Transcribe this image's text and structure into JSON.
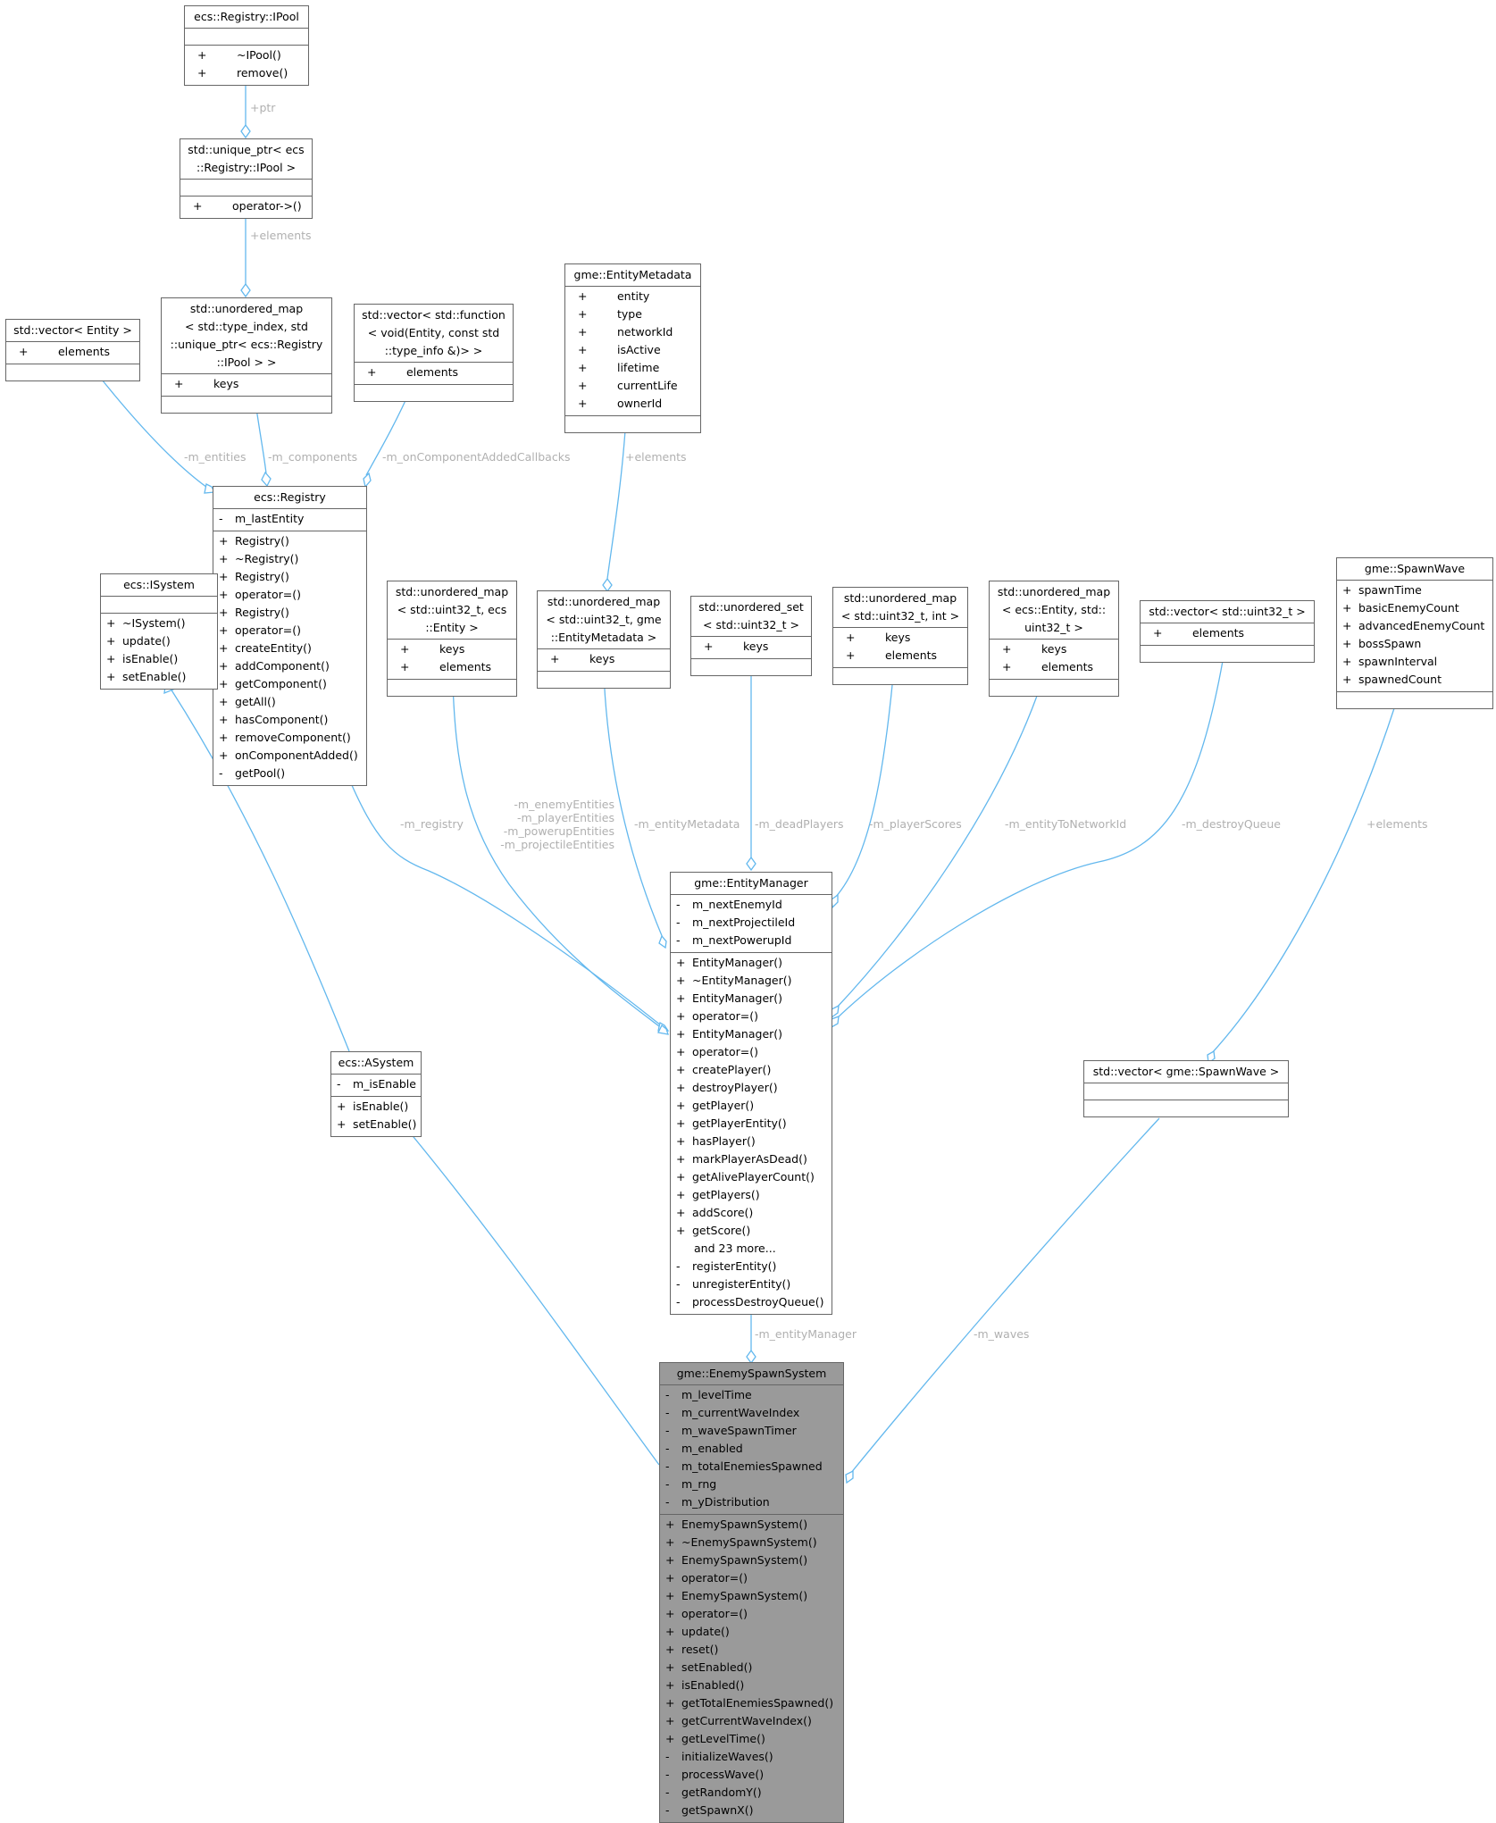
{
  "nodes": {
    "ipool": {
      "title": [
        "ecs::Registry::IPool"
      ],
      "attrs": [],
      "methods": [
        {
          "vis": "+",
          "name": "~IPool()"
        },
        {
          "vis": "+",
          "name": "remove()"
        }
      ]
    },
    "unique_ptr": {
      "title": [
        "std::unique_ptr< ecs",
        "::Registry::IPool >"
      ],
      "attrs": [],
      "methods": [
        {
          "vis": "+",
          "name": "operator->()"
        }
      ]
    },
    "vector_entity": {
      "title": [
        "std::vector< Entity >"
      ],
      "attrs": [
        {
          "vis": "+",
          "name": "elements"
        }
      ],
      "methods": []
    },
    "unordered_map_pool": {
      "title": [
        "std::unordered_map",
        "< std::type_index, std",
        "::unique_ptr< ecs::Registry",
        "::IPool > >"
      ],
      "attrs": [
        {
          "vis": "+",
          "name": "keys"
        }
      ],
      "methods": []
    },
    "vector_function": {
      "title": [
        "std::vector< std::function",
        "< void(Entity, const std",
        "::type_info &)> >"
      ],
      "attrs": [
        {
          "vis": "+",
          "name": "elements"
        }
      ],
      "methods": []
    },
    "entity_metadata": {
      "title": [
        "gme::EntityMetadata"
      ],
      "attrs": [
        {
          "vis": "+",
          "name": "entity"
        },
        {
          "vis": "+",
          "name": "type"
        },
        {
          "vis": "+",
          "name": "networkId"
        },
        {
          "vis": "+",
          "name": "isActive"
        },
        {
          "vis": "+",
          "name": "lifetime"
        },
        {
          "vis": "+",
          "name": "currentLife"
        },
        {
          "vis": "+",
          "name": "ownerId"
        }
      ],
      "methods": []
    },
    "registry": {
      "title": [
        "ecs::Registry"
      ],
      "attrs": [
        {
          "vis": "-",
          "name": "m_lastEntity"
        }
      ],
      "methods": [
        {
          "vis": "+",
          "name": "Registry()"
        },
        {
          "vis": "+",
          "name": "~Registry()"
        },
        {
          "vis": "+",
          "name": "Registry()"
        },
        {
          "vis": "+",
          "name": "operator=()"
        },
        {
          "vis": "+",
          "name": "Registry()"
        },
        {
          "vis": "+",
          "name": "operator=()"
        },
        {
          "vis": "+",
          "name": "createEntity()"
        },
        {
          "vis": "+",
          "name": "addComponent()"
        },
        {
          "vis": "+",
          "name": "getComponent()"
        },
        {
          "vis": "+",
          "name": "getAll()"
        },
        {
          "vis": "+",
          "name": "hasComponent()"
        },
        {
          "vis": "+",
          "name": "removeComponent()"
        },
        {
          "vis": "+",
          "name": "onComponentAdded()"
        },
        {
          "vis": "-",
          "name": "getPool()"
        }
      ]
    },
    "isystem": {
      "title": [
        "ecs::ISystem"
      ],
      "attrs": [],
      "methods": [
        {
          "vis": "+",
          "name": "~ISystem()"
        },
        {
          "vis": "+",
          "name": "update()"
        },
        {
          "vis": "+",
          "name": "isEnable()"
        },
        {
          "vis": "+",
          "name": "setEnable()"
        }
      ]
    },
    "map_uint32_entity": {
      "title": [
        "std::unordered_map",
        "< std::uint32_t, ecs",
        "::Entity >"
      ],
      "attrs": [
        {
          "vis": "+",
          "name": "keys"
        },
        {
          "vis": "+",
          "name": "elements"
        }
      ],
      "methods": []
    },
    "map_uint32_metadata": {
      "title": [
        "std::unordered_map",
        "< std::uint32_t, gme",
        "::EntityMetadata >"
      ],
      "attrs": [
        {
          "vis": "+",
          "name": "keys"
        }
      ],
      "methods": []
    },
    "set_uint32": {
      "title": [
        "std::unordered_set",
        "< std::uint32_t >"
      ],
      "attrs": [
        {
          "vis": "+",
          "name": "keys"
        }
      ],
      "methods": []
    },
    "map_uint32_int": {
      "title": [
        "std::unordered_map",
        "< std::uint32_t, int >"
      ],
      "attrs": [
        {
          "vis": "+",
          "name": "keys"
        },
        {
          "vis": "+",
          "name": "elements"
        }
      ],
      "methods": []
    },
    "map_entity_uint32": {
      "title": [
        "std::unordered_map",
        "< ecs::Entity, std::",
        "uint32_t >"
      ],
      "attrs": [
        {
          "vis": "+",
          "name": "keys"
        },
        {
          "vis": "+",
          "name": "elements"
        }
      ],
      "methods": []
    },
    "vector_uint32": {
      "title": [
        "std::vector< std::uint32_t >"
      ],
      "attrs": [
        {
          "vis": "+",
          "name": "elements"
        }
      ],
      "methods": []
    },
    "spawn_wave": {
      "title": [
        "gme::SpawnWave"
      ],
      "attrs": [
        {
          "vis": "+",
          "name": "spawnTime"
        },
        {
          "vis": "+",
          "name": "basicEnemyCount"
        },
        {
          "vis": "+",
          "name": "advancedEnemyCount"
        },
        {
          "vis": "+",
          "name": "bossSpawn"
        },
        {
          "vis": "+",
          "name": "spawnInterval"
        },
        {
          "vis": "+",
          "name": "spawnedCount"
        }
      ],
      "methods": []
    },
    "asystem": {
      "title": [
        "ecs::ASystem"
      ],
      "attrs": [
        {
          "vis": "-",
          "name": "m_isEnable"
        }
      ],
      "methods": [
        {
          "vis": "+",
          "name": "isEnable()"
        },
        {
          "vis": "+",
          "name": "setEnable()"
        }
      ]
    },
    "entity_manager": {
      "title": [
        "gme::EntityManager"
      ],
      "attrs": [
        {
          "vis": "-",
          "name": "m_nextEnemyId"
        },
        {
          "vis": "-",
          "name": "m_nextProjectileId"
        },
        {
          "vis": "-",
          "name": "m_nextPowerupId"
        }
      ],
      "methods": [
        {
          "vis": "+",
          "name": "EntityManager()"
        },
        {
          "vis": "+",
          "name": "~EntityManager()"
        },
        {
          "vis": "+",
          "name": "EntityManager()"
        },
        {
          "vis": "+",
          "name": "operator=()"
        },
        {
          "vis": "+",
          "name": "EntityManager()"
        },
        {
          "vis": "+",
          "name": "operator=()"
        },
        {
          "vis": "+",
          "name": "createPlayer()"
        },
        {
          "vis": "+",
          "name": "destroyPlayer()"
        },
        {
          "vis": "+",
          "name": "getPlayer()"
        },
        {
          "vis": "+",
          "name": "getPlayerEntity()"
        },
        {
          "vis": "+",
          "name": "hasPlayer()"
        },
        {
          "vis": "+",
          "name": "markPlayerAsDead()"
        },
        {
          "vis": "+",
          "name": "getAlivePlayerCount()"
        },
        {
          "vis": "+",
          "name": "getPlayers()"
        },
        {
          "vis": "+",
          "name": "addScore()"
        },
        {
          "vis": "+",
          "name": "getScore()"
        },
        {
          "vis": "",
          "name": "and 23 more..."
        },
        {
          "vis": "-",
          "name": "registerEntity()"
        },
        {
          "vis": "-",
          "name": "unregisterEntity()"
        },
        {
          "vis": "-",
          "name": "processDestroyQueue()"
        }
      ]
    },
    "vector_spawnwave": {
      "title": [
        "std::vector< gme::SpawnWave >"
      ],
      "attrs": [],
      "methods": []
    },
    "enemy_spawn_system": {
      "title": [
        "gme::EnemySpawnSystem"
      ],
      "attrs": [
        {
          "vis": "-",
          "name": "m_levelTime"
        },
        {
          "vis": "-",
          "name": "m_currentWaveIndex"
        },
        {
          "vis": "-",
          "name": "m_waveSpawnTimer"
        },
        {
          "vis": "-",
          "name": "m_enabled"
        },
        {
          "vis": "-",
          "name": "m_totalEnemiesSpawned"
        },
        {
          "vis": "-",
          "name": "m_rng"
        },
        {
          "vis": "-",
          "name": "m_yDistribution"
        }
      ],
      "methods": [
        {
          "vis": "+",
          "name": "EnemySpawnSystem()"
        },
        {
          "vis": "+",
          "name": "~EnemySpawnSystem()"
        },
        {
          "vis": "+",
          "name": "EnemySpawnSystem()"
        },
        {
          "vis": "+",
          "name": "operator=()"
        },
        {
          "vis": "+",
          "name": "EnemySpawnSystem()"
        },
        {
          "vis": "+",
          "name": "operator=()"
        },
        {
          "vis": "+",
          "name": "update()"
        },
        {
          "vis": "+",
          "name": "reset()"
        },
        {
          "vis": "+",
          "name": "setEnabled()"
        },
        {
          "vis": "+",
          "name": "isEnabled()"
        },
        {
          "vis": "+",
          "name": "getTotalEnemiesSpawned()"
        },
        {
          "vis": "+",
          "name": "getCurrentWaveIndex()"
        },
        {
          "vis": "+",
          "name": "getLevelTime()"
        },
        {
          "vis": "-",
          "name": "initializeWaves()"
        },
        {
          "vis": "-",
          "name": "processWave()"
        },
        {
          "vis": "-",
          "name": "getRandomY()"
        },
        {
          "vis": "-",
          "name": "getSpawnX()"
        }
      ]
    }
  },
  "edge_labels": {
    "ptr": "+ptr",
    "elements_pool": "+elements",
    "m_entities": "-m_entities",
    "m_components": "-m_components",
    "m_onComponentAddedCallbacks": "-m_onComponentAddedCallbacks",
    "elements_metadata": "+elements",
    "m_registry": "-m_registry",
    "entity_maps": [
      "-m_enemyEntities",
      "-m_playerEntities",
      "-m_powerupEntities",
      "-m_projectileEntities"
    ],
    "m_entityMetadata": "-m_entityMetadata",
    "m_deadPlayers": "-m_deadPlayers",
    "m_playerScores": "-m_playerScores",
    "m_entityToNetworkId": "-m_entityToNetworkId",
    "m_destroyQueue": "-m_destroyQueue",
    "elements_spawnwave": "+elements",
    "m_entityManager": "-m_entityManager",
    "m_waves": "-m_waves"
  },
  "colors": {
    "edge": "#63b8ee",
    "label": "#b0b0b0",
    "border": "#666666",
    "highlight_fill": "#9a9a9a"
  }
}
